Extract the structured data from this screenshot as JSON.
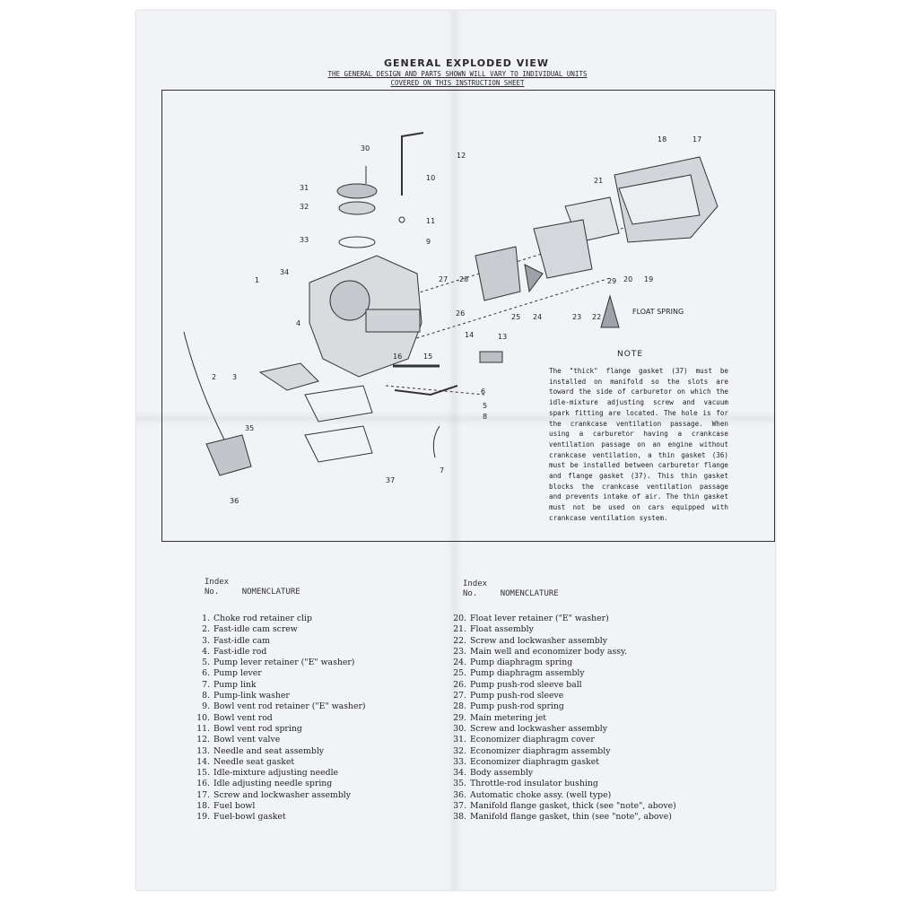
{
  "document": {
    "title": "GENERAL EXPLODED VIEW",
    "subtitle": "THE GENERAL DESIGN AND PARTS SHOWN WILL VARY TO INDIVIDUAL UNITS COVERED ON THIS INSTRUCTION SHEET"
  },
  "diagram": {
    "float_spring_label": "FLOAT SPRING",
    "callouts": [
      "1",
      "2",
      "3",
      "4",
      "5",
      "6",
      "7",
      "8",
      "9",
      "10",
      "11",
      "12",
      "13",
      "14",
      "15",
      "16",
      "17",
      "18",
      "19",
      "20",
      "21",
      "22",
      "23",
      "24",
      "25",
      "26",
      "27",
      "28",
      "29",
      "30",
      "31",
      "32",
      "33",
      "34",
      "35",
      "36",
      "37"
    ]
  },
  "note": {
    "heading": "NOTE",
    "text": "The \"thick\" flange gasket (37) must be installed on manifold so the slots are toward the side of carburetor on which the idle-mixture adjusting screw and vacuum spark fitting are located. The hole is for the crankcase ventilation passage. When using a carburetor having a crankcase ventilation passage on an engine without crankcase ventilation, a thin gasket (36) must be installed between carburetor flange and flange gasket (37). This thin gasket blocks the crankcase ventilation passage and prevents intake of air. The thin gasket must not be used on cars equipped with crankcase ventilation system."
  },
  "index": {
    "left_header": {
      "index": "Index",
      "no": "No.",
      "nomenclature": "NOMENCLATURE"
    },
    "right_header": {
      "index": "Index",
      "no": "No.",
      "nomenclature": "NOMENCLATURE"
    },
    "left": [
      {
        "num": "1.",
        "name": "Choke rod retainer clip"
      },
      {
        "num": "2.",
        "name": "Fast-idle cam screw"
      },
      {
        "num": "3.",
        "name": "Fast-idle cam"
      },
      {
        "num": "4.",
        "name": "Fast-idle rod"
      },
      {
        "num": "5.",
        "name": "Pump lever retainer (\"E\" washer)"
      },
      {
        "num": "6.",
        "name": "Pump lever"
      },
      {
        "num": "7.",
        "name": "Pump link"
      },
      {
        "num": "8.",
        "name": "Pump-link washer"
      },
      {
        "num": "9.",
        "name": "Bowl vent rod retainer (\"E\" washer)"
      },
      {
        "num": "10.",
        "name": "Bowl vent rod"
      },
      {
        "num": "11.",
        "name": "Bowl vent rod spring"
      },
      {
        "num": "12.",
        "name": "Bowl vent valve"
      },
      {
        "num": "13.",
        "name": "Needle and seat assembly"
      },
      {
        "num": "14.",
        "name": "Needle seat gasket"
      },
      {
        "num": "15.",
        "name": "Idle-mixture adjusting needle"
      },
      {
        "num": "16.",
        "name": "Idle adjusting needle spring"
      },
      {
        "num": "17.",
        "name": "Screw and lockwasher assembly"
      },
      {
        "num": "18.",
        "name": "Fuel bowl"
      },
      {
        "num": "19.",
        "name": "Fuel-bowl gasket"
      }
    ],
    "right": [
      {
        "num": "20.",
        "name": "Float lever retainer (\"E\" washer)"
      },
      {
        "num": "21.",
        "name": "Float assembly"
      },
      {
        "num": "22.",
        "name": "Screw and lockwasher assembly"
      },
      {
        "num": "23.",
        "name": "Main well and economizer body assy."
      },
      {
        "num": "24.",
        "name": "Pump diaphragm spring"
      },
      {
        "num": "25.",
        "name": "Pump diaphragm assembly"
      },
      {
        "num": "26.",
        "name": "Pump push-rod sleeve ball"
      },
      {
        "num": "27.",
        "name": "Pump push-rod sleeve"
      },
      {
        "num": "28.",
        "name": "Pump push-rod spring"
      },
      {
        "num": "29.",
        "name": "Main metering jet"
      },
      {
        "num": "30.",
        "name": "Screw and lockwasher assembly"
      },
      {
        "num": "31.",
        "name": "Economizer diaphragm cover"
      },
      {
        "num": "32.",
        "name": "Economizer diaphragm assembly"
      },
      {
        "num": "33.",
        "name": "Economizer diaphragm gasket"
      },
      {
        "num": "34.",
        "name": "Body assembly"
      },
      {
        "num": "35.",
        "name": "Throttle-rod insulator bushing"
      },
      {
        "num": "36.",
        "name": "Automatic choke assy. (well type)"
      },
      {
        "num": "37.",
        "name": "Manifold flange gasket, thick (see \"note\", above)"
      },
      {
        "num": "38.",
        "name": "Manifold flange gasket, thin (see \"note\", above)"
      }
    ]
  }
}
